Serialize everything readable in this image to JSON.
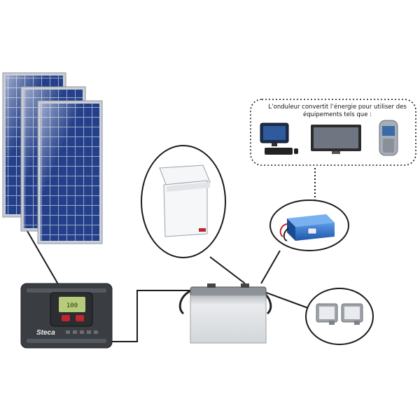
{
  "inverter_note": {
    "line1": "L’onduleur convertit l’énergie pour utiliser des",
    "line2": "équipements tels que :"
  },
  "controller": {
    "brand": "Steca",
    "screen_readout": "100"
  },
  "icons": {
    "solar_panels": "solar-panel-icon",
    "controller": "charge-controller-icon",
    "battery": "battery-icon",
    "freezer": "chest-freezer-icon",
    "inverter": "inverter-icon",
    "lamps": "floodlight-icon",
    "computer": "computer-icon",
    "tv": "tv-icon",
    "phone": "mobile-phone-icon"
  },
  "colors": {
    "panel_cell": "#1b2f6e",
    "panel_frame": "#c9ced6",
    "controller_body": "#3a3d42",
    "battery_body": "#e4e6e8",
    "inverter_body": "#2a6fc9",
    "wire": "#1a1a1a"
  }
}
